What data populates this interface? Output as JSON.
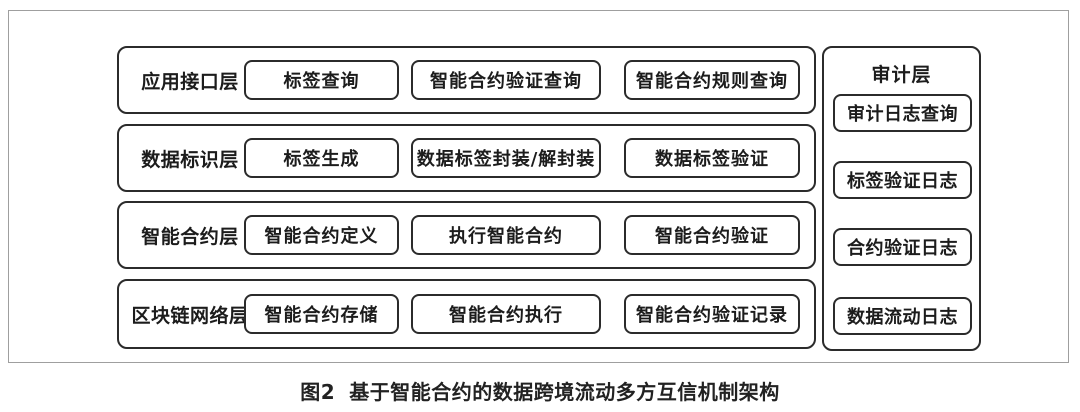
{
  "layers": [
    {
      "label": "应用接口层",
      "boxes": [
        "标签查询",
        "智能合约验证查询",
        "智能合约规则查询"
      ]
    },
    {
      "label": "数据标识层",
      "boxes": [
        "标签生成",
        "数据标签封装/解封装",
        "数据标签验证"
      ]
    },
    {
      "label": "智能合约层",
      "boxes": [
        "智能合约定义",
        "执行智能合约",
        "智能合约验证"
      ]
    },
    {
      "label": "区块链网络层",
      "boxes": [
        "智能合约存储",
        "智能合约执行",
        "智能合约验证记录"
      ]
    }
  ],
  "audit": {
    "title": "审计层",
    "boxes": [
      "审计日志查询",
      "标签验证日志",
      "合约验证日志",
      "数据流动日志"
    ]
  },
  "caption": {
    "prefix": "图2",
    "text": "基于智能合约的数据跨境流动多方互信机制架构"
  },
  "colors": {
    "box_border": "#2b2b2b",
    "frame_border": "#9f9f9f",
    "text": "#1c1c1c",
    "background": "#ffffff"
  }
}
